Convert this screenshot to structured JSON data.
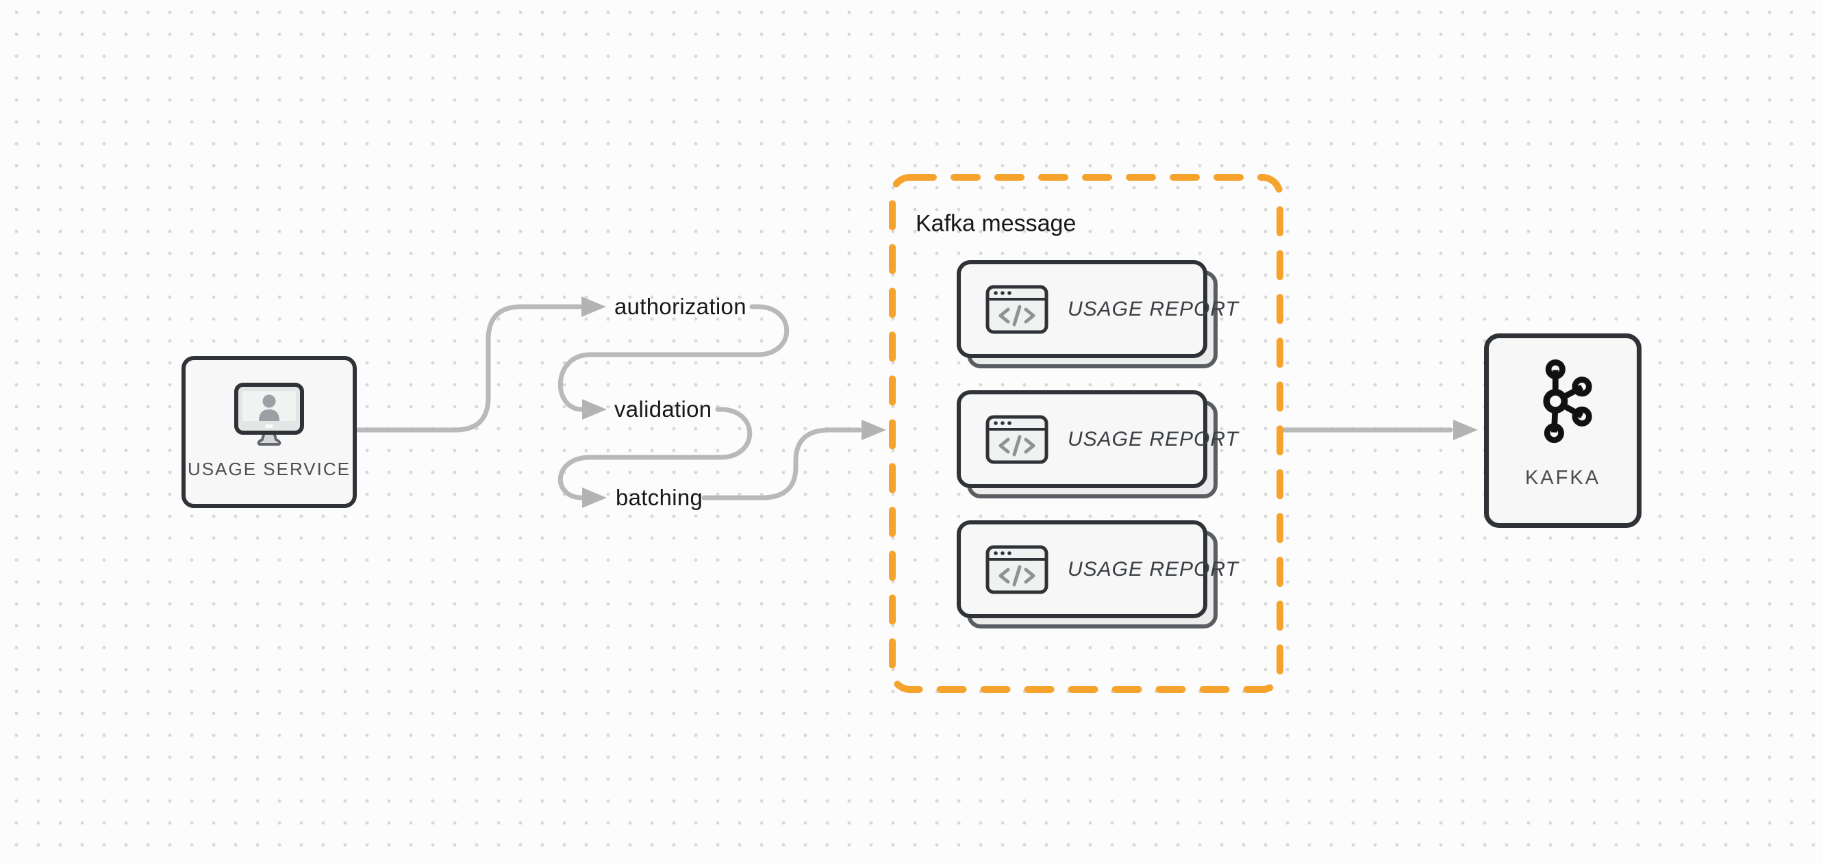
{
  "diagram": {
    "source_node": {
      "label": "USAGE SERVICE",
      "icon": "user-monitor-icon"
    },
    "steps": [
      {
        "label": "authorization"
      },
      {
        "label": "validation"
      },
      {
        "label": "batching"
      }
    ],
    "message_group": {
      "title": "Kafka message",
      "cards": [
        {
          "label": "USAGE REPORT",
          "icon": "code-window-icon"
        },
        {
          "label": "USAGE REPORT",
          "icon": "code-window-icon"
        },
        {
          "label": "USAGE REPORT",
          "icon": "code-window-icon"
        }
      ]
    },
    "sink_node": {
      "label": "KAFKA",
      "icon": "kafka-logo-icon"
    }
  },
  "colors": {
    "background": "#fcfcfc",
    "dot_grid": "#d9d9d9",
    "connector_gray": "#b9b9b9",
    "arrowhead_gray": "#b3b3b3",
    "border_dark": "#2f3237",
    "node_fill": "#f6f7f6",
    "group_border_orange": "#f6a32e",
    "text_dark": "#17181a",
    "text_muted": "#4b4e52",
    "card_shadow_border": "#5a5e62",
    "card_shadow_fill": "#ececec",
    "icon_gray": "#8f9194"
  }
}
